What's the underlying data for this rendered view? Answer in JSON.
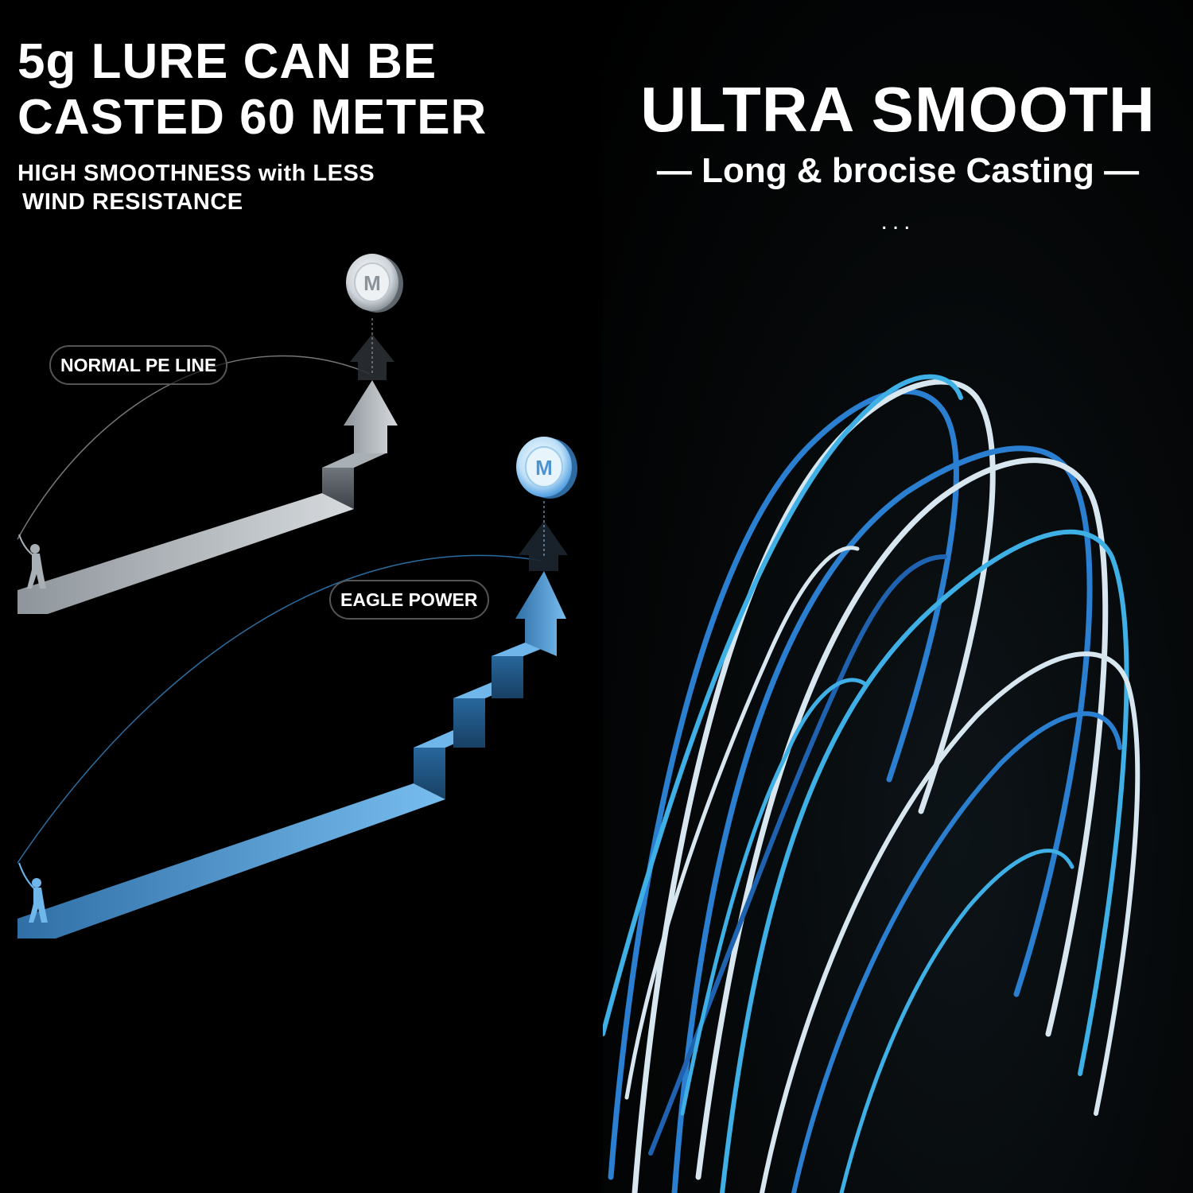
{
  "left": {
    "headline_1": "5g LURE CAN BE",
    "headline_2": "CASTED 60 METER",
    "sub_1": "HIGH SMOOTHNESS with LESS",
    "sub_2": "WIND RESISTANCE",
    "label_normal": "NORMAL PE LINE",
    "label_eagle": "EAGLE POWER",
    "coin_letter": "M"
  },
  "right": {
    "title": "ULTRA SMOOTH",
    "subtitle": "— Long & brocise Casting  —",
    "dots": "..."
  },
  "colors": {
    "grey_stair": "#c9ced3",
    "blue_stair": "#5aa6df",
    "line_blue": "#3d8fd1",
    "line_light": "#cfe3f0",
    "line_cyan": "#3fb0e6"
  }
}
